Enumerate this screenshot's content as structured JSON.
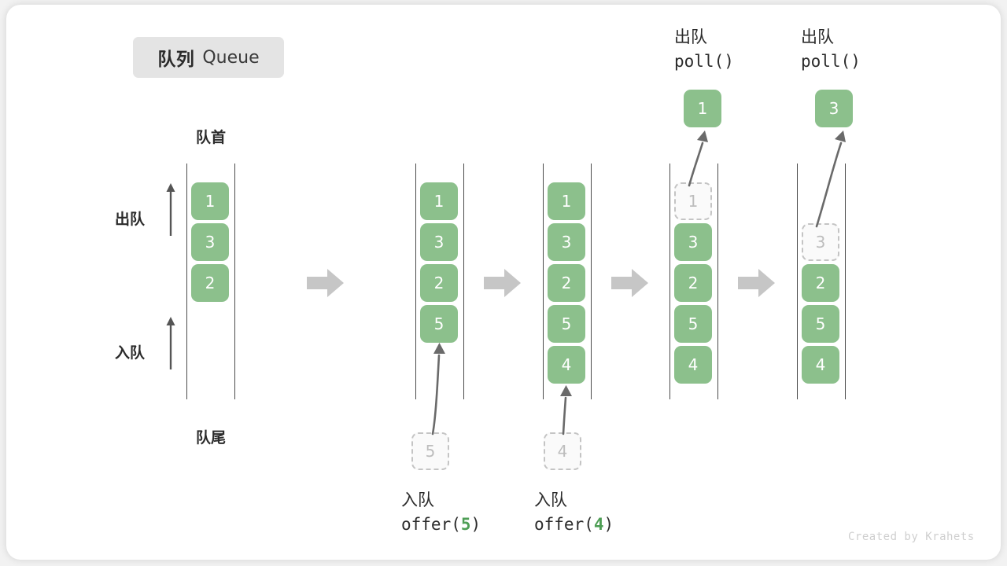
{
  "title": {
    "cn": "队列",
    "en": "Queue"
  },
  "axis_labels": {
    "head": "队首",
    "tail": "队尾",
    "dequeue": "出队",
    "enqueue": "入队"
  },
  "watermark": "Created by Krahets",
  "colors": {
    "box_fill": "#8cc08c",
    "box_text": "#ffffff",
    "ghost_border": "#c4c4c4",
    "ghost_text": "#bdbdbd",
    "rail": "#4b4b4b",
    "step_arrow": "#c6c6c6",
    "accent_mono": "#4e9e55",
    "chip_bg": "#e4e4e4",
    "card_bg": "#ffffff",
    "page_bg": "#f2f2f2"
  },
  "steps": [
    {
      "id": "initial",
      "items": [
        "1",
        "3",
        "2"
      ],
      "ghost_index": -1,
      "capacity": 6,
      "caption_cn": "",
      "caption_code": "",
      "staging_value": "",
      "popped_value": "",
      "popped_label_cn": "",
      "popped_label_code": ""
    },
    {
      "id": "offer-5",
      "items": [
        "1",
        "3",
        "2",
        "5"
      ],
      "ghost_index": -1,
      "capacity": 6,
      "caption_cn": "入队",
      "caption_code": "offer(5)",
      "caption_code_prefix": "offer(",
      "caption_code_arg": "5",
      "caption_code_suffix": ")",
      "staging_value": "5",
      "popped_value": "",
      "popped_label_cn": "",
      "popped_label_code": ""
    },
    {
      "id": "offer-4",
      "items": [
        "1",
        "3",
        "2",
        "5",
        "4"
      ],
      "ghost_index": -1,
      "capacity": 6,
      "caption_cn": "入队",
      "caption_code": "offer(4)",
      "caption_code_prefix": "offer(",
      "caption_code_arg": "4",
      "caption_code_suffix": ")",
      "staging_value": "4",
      "popped_value": "",
      "popped_label_cn": "",
      "popped_label_code": ""
    },
    {
      "id": "poll-1",
      "items": [
        "1",
        "3",
        "2",
        "5",
        "4"
      ],
      "ghost_index": 0,
      "capacity": 6,
      "caption_cn": "",
      "caption_code": "",
      "staging_value": "",
      "popped_value": "1",
      "popped_label_cn": "出队",
      "popped_label_code": "poll()"
    },
    {
      "id": "poll-3",
      "items": [
        "",
        "3",
        "2",
        "5",
        "4"
      ],
      "ghost_index": 1,
      "capacity": 6,
      "caption_cn": "",
      "caption_code": "",
      "staging_value": "",
      "popped_value": "3",
      "popped_label_cn": "出队",
      "popped_label_code": "poll()"
    }
  ],
  "flow_arrows": 4
}
